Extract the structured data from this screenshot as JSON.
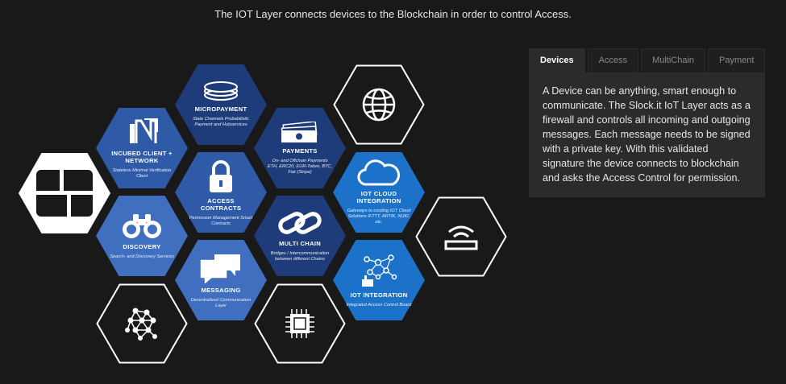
{
  "headline": "The IOT Layer connects devices to the Blockchain in order to control Access.",
  "hexes": {
    "micropayment": {
      "title": "MICROPAYMENT",
      "sub": "State Channels Probabilistic Payment and Hubservices"
    },
    "incubed": {
      "title": "INCUBED CLIENT + NETWORK",
      "sub": "Stateless Minimal Verification Client"
    },
    "payments": {
      "title": "PAYMENTS",
      "sub": "On- and Offchain Payments ETH, ERC20, EUR-Token, BTC, Fiat (Stripe)"
    },
    "access": {
      "title": "ACCESS CONTRACTS",
      "sub": "Permission Management Smart Contracts"
    },
    "iotcloud": {
      "title": "IOT CLOUD INTEGRATION",
      "sub": "Gateways to existing IOT Cloud Solutions IFTTT, ARTIK, NUKI, etc."
    },
    "discovery": {
      "title": "DISCOVERY",
      "sub": "Search- and Discovery Services"
    },
    "multichain": {
      "title": "MULTI CHAIN",
      "sub": "Bridges / Intercommunication between different Chains"
    },
    "messaging": {
      "title": "MESSAGING",
      "sub": "Decentralized Communication Layer"
    },
    "iotintegration": {
      "title": "IOT INTEGRATION",
      "sub": "Integrated Access Control Board"
    }
  },
  "colors": {
    "hex_blue_light": "#3f6fbe",
    "hex_blue_mid": "#2f5aa8",
    "hex_blue_dark": "#1f3c7a",
    "hex_blue_bright": "#1b72c8",
    "outline": "#ffffff",
    "background": "#191919",
    "panel": "#2b2b2b"
  },
  "tabs": [
    {
      "label": "Devices",
      "active": true
    },
    {
      "label": "Access",
      "active": false
    },
    {
      "label": "MultiChain",
      "active": false
    },
    {
      "label": "Payment",
      "active": false
    }
  ],
  "tab_content": "A Device can be anything, smart enough to communicate. The Slock.it IoT Layer acts as a firewall and controls all incoming and outgoing messages. Each message needs to be signed with a private key. With this validated signature the device connects to blockchain and asks the Access Control for permission."
}
